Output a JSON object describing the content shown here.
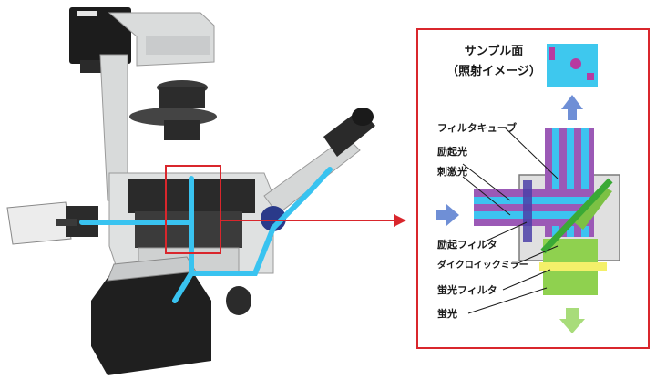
{
  "diagram": {
    "title_line1": "サンプル面",
    "title_line2": "（照射イメージ）",
    "labels": {
      "filter_cube": "フィルタキューブ",
      "excitation_light": "励起光",
      "stimulating_light": "刺激光",
      "excitation_filter": "励起フィルタ",
      "dichroic_mirror": "ダイクロイックミラー",
      "emission_filter": "蛍光フィルタ",
      "fluorescence": "蛍光"
    },
    "colors": {
      "frame_red": "#d9262c",
      "light_path_blue": "#39c3f0",
      "excitation_purple": "#9b59b6",
      "stimulating_cyan": "#3cc3f0",
      "emission_green": "#8fd14f",
      "filter_yellow": "#f4f06a",
      "arrow_blue": "#6f8fd6",
      "arrow_green": "#a8dc7a",
      "sample_cyan": "#3ec8ee",
      "sample_magenta": "#b83aa0"
    }
  }
}
